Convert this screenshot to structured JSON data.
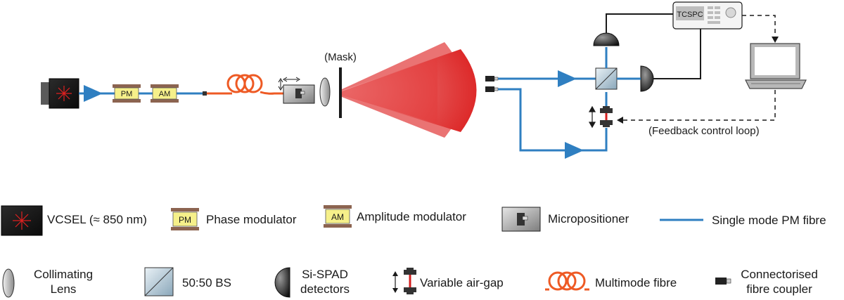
{
  "setup": {
    "mask_label": "(Mask)",
    "tcspc_label": "TCSPC",
    "feedback_label": "(Feedback control loop)",
    "pm_tag": "PM",
    "am_tag": "AM"
  },
  "legend": {
    "vcsel": "VCSEL (≈ 850 nm)",
    "phase_modulator": "Phase modulator",
    "pm_tag": "PM",
    "amplitude_modulator": "Amplitude modulator",
    "am_tag": "AM",
    "micropositioner": "Micropositioner",
    "single_mode_fibre": "Single mode PM fibre",
    "collimating_lens_line1": "Collimating",
    "collimating_lens_line2": "Lens",
    "beam_splitter": "50:50 BS",
    "spad_line1": "Si-SPAD",
    "spad_line2": "detectors",
    "air_gap": "Variable air-gap",
    "multimode_fibre": "Multimode fibre",
    "coupler_line1": "Connectorised",
    "coupler_line2": "fibre coupler"
  },
  "colors": {
    "single_mode_fibre": "#2f7fc1",
    "multimode_fibre": "#ee5a24",
    "beam": "#e03a3a",
    "modulator_fill": "#f6f08a",
    "modulator_bar": "#8c6450",
    "vcsel_star": "#e02020"
  }
}
